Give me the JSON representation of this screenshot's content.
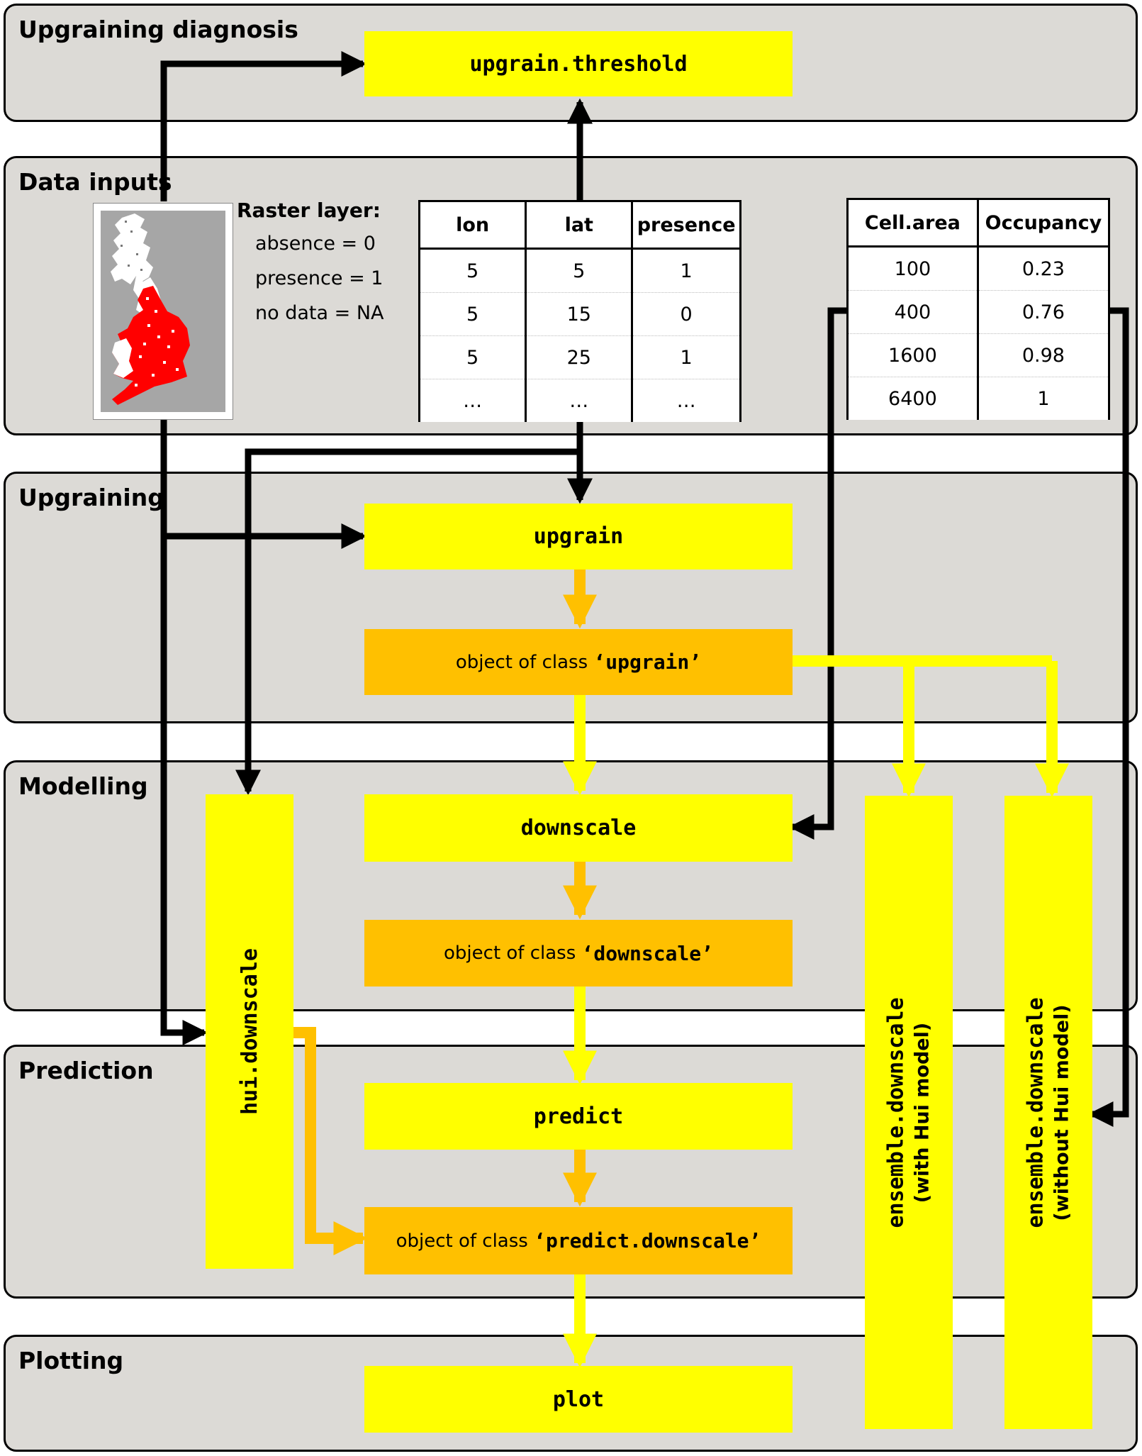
{
  "panels": [
    {
      "id": "upgraining-diagnosis",
      "title": "Upgraining diagnosis"
    },
    {
      "id": "data-inputs",
      "title": "Data inputs"
    },
    {
      "id": "upgraining",
      "title": "Upgraining"
    },
    {
      "id": "modelling",
      "title": "Modelling"
    },
    {
      "id": "prediction",
      "title": "Prediction"
    },
    {
      "id": "plotting",
      "title": "Plotting"
    }
  ],
  "functions": {
    "upgrain_threshold": "upgrain.threshold",
    "upgrain": "upgrain",
    "downscale": "downscale",
    "predict": "predict",
    "plot": "plot",
    "hui_downscale": "hui.downscale",
    "ensemble_with": {
      "name": "ensemble.downscale",
      "note": "(with Hui model)"
    },
    "ensemble_without": {
      "name": "ensemble.downscale",
      "note": "(without Hui model)"
    }
  },
  "objects": {
    "upgrain": {
      "prefix": "object of class ",
      "cls": "‘upgrain’"
    },
    "downscale": {
      "prefix": "object of class ",
      "cls": "‘downscale’"
    },
    "predict": {
      "prefix": "object of class ",
      "cls": "‘predict.downscale’"
    }
  },
  "raster": {
    "heading": "Raster layer:",
    "lines": [
      "absence = 0",
      "presence = 1",
      "no data = NA"
    ]
  },
  "table_points": {
    "headers": [
      "lon",
      "lat",
      "presence"
    ],
    "rows": [
      [
        "5",
        "5",
        "1"
      ],
      [
        "5",
        "15",
        "0"
      ],
      [
        "5",
        "25",
        "1"
      ],
      [
        "…",
        "…",
        "…"
      ]
    ]
  },
  "table_occupancy": {
    "headers": [
      "Cell.area",
      "Occupancy"
    ],
    "rows": [
      [
        "100",
        "0.23"
      ],
      [
        "400",
        "0.76"
      ],
      [
        "1600",
        "0.98"
      ],
      [
        "6400",
        "1"
      ]
    ]
  },
  "colors": {
    "panel_bg": "#dcdad6",
    "function_box": "#ffff00",
    "object_box": "#ffc000",
    "map_presence": "#ff0000",
    "map_background": "#a6a6a6"
  }
}
